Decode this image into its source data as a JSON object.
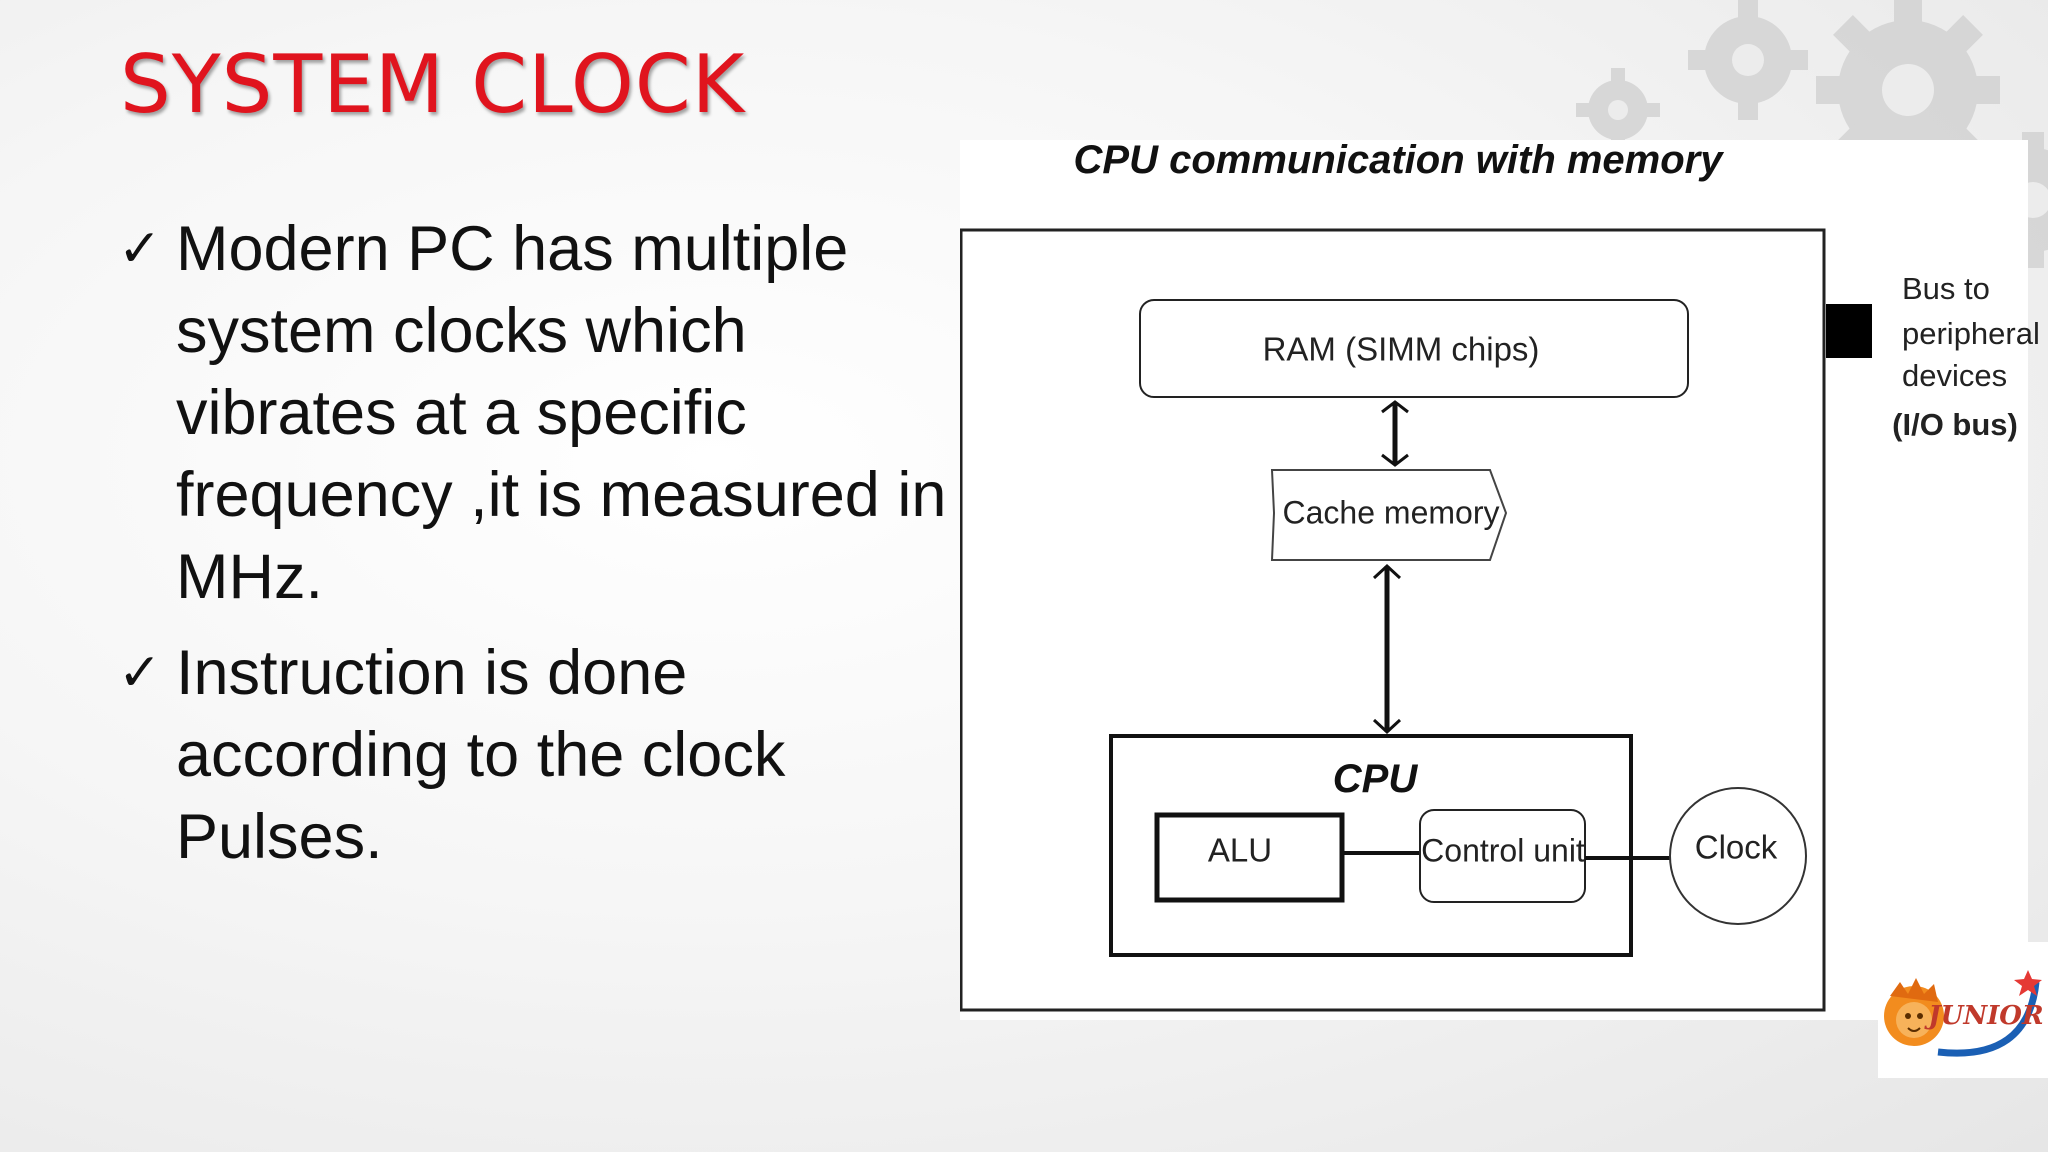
{
  "slide": {
    "title": "SYSTEM CLOCK",
    "bullets": [
      "Modern PC has multiple system clocks which vibrates at a specific frequency ,it is measured in MHz.",
      "Instruction is done according to the clock Pulses."
    ],
    "check_glyph": "✓"
  },
  "figure": {
    "caption": "CPU communication with memory",
    "ram_label": "RAM (SIMM chips)",
    "cache_label": "Cache memory",
    "cpu_label": "CPU",
    "alu_label": "ALU",
    "control_unit_label": "Control unit",
    "clock_label": "Clock",
    "bus_label_lines": [
      "Bus to",
      "peripheral",
      "devices"
    ],
    "io_bus_label": "(I/O bus)"
  },
  "logo": {
    "text": "JUNIOR",
    "icon": "lion-head-icon",
    "colors": {
      "lion": "#f28c1e",
      "ring": "#1a5fb4",
      "text": "#c0392b",
      "star": "#e53935"
    }
  },
  "colors": {
    "title": "#e0141e",
    "text": "#111111",
    "gears": "#cfcfcf"
  }
}
